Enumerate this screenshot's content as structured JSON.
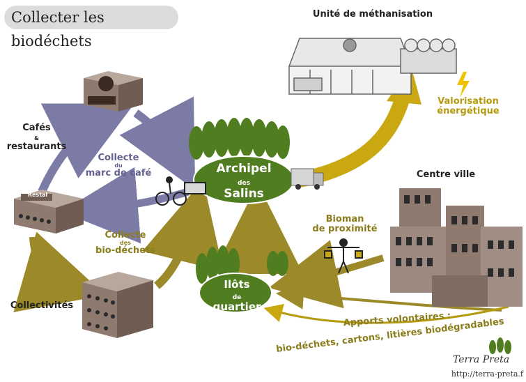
{
  "title": "Collecter les biodéchets",
  "labels": {
    "methanisation": "Unité de méthanisation",
    "valorisation_1": "Valorisation",
    "valorisation_2": "énergétique",
    "cafes": "Cafés",
    "cafes_amp": "&",
    "restaurants": "restaurants",
    "collecte_marc_1": "Collecte",
    "collecte_marc_du": "du",
    "collecte_marc_2": "marc de café",
    "archipel_1": "Archipel",
    "archipel_des": "des",
    "archipel_2": "Salins",
    "centre_ville": "Centre ville",
    "bioman_1": "Bioman",
    "bioman_2": "de proximité",
    "collecte_bio_1": "Collecte",
    "collecte_bio_des": "des",
    "collecte_bio_2": "bio-déchets",
    "collectivites": "Collectivités",
    "ilots_1": "Ilôts",
    "ilots_de": "de",
    "ilots_2": "quartier",
    "apports_1": "Apports volontaires :",
    "apports_2": "bio-déchets, cartons, litières biodégradables",
    "restal_sign": "Restal",
    "brand": "Terra Preta",
    "url": "http://terra-preta.f"
  },
  "colors": {
    "blue_arrow": "#7b7ba6",
    "olive_arrow": "#9c8a2a",
    "gold_arrow": "#c9a812",
    "green": "#4f7d1f",
    "building": "#8e7a6e",
    "building_light": "#b8a79b"
  },
  "icons": {
    "energy": "lightning-bolt-icon",
    "recycle": "recycle-icon",
    "cafe": "coffee-cup-icon"
  }
}
